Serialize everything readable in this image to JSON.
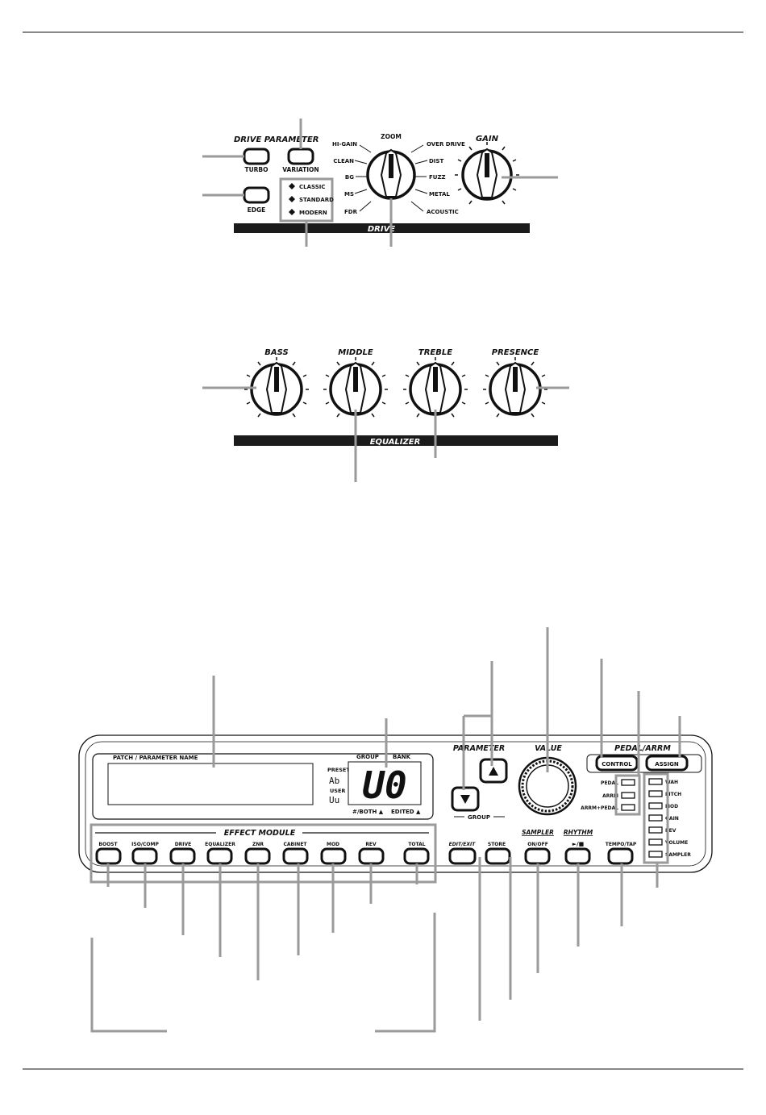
{
  "drive": {
    "parameter_title": "DRIVE PARAMETER",
    "turbo": "TURBO",
    "variation": "VARIATION",
    "edge": "EDGE",
    "variations": [
      "CLASSIC",
      "STANDARD",
      "MODERN"
    ],
    "selector_title": "ZOOM",
    "types_left": [
      "HI-GAIN",
      "CLEAN",
      "BG",
      "MS",
      "FDR"
    ],
    "types_right": [
      "OVER DRIVE",
      "DIST",
      "FUZZ",
      "METAL",
      "ACOUSTIC"
    ],
    "gain": "GAIN",
    "section": "DRIVE"
  },
  "equalizer": {
    "knobs": [
      "BASS",
      "MIDDLE",
      "TREBLE",
      "PRESENCE"
    ],
    "section": "EQUALIZER"
  },
  "panel": {
    "patch_name": "PATCH / PARAMETER NAME",
    "preset": "PRESET",
    "preset_value": "Ab",
    "user": "USER",
    "user_value": "Uu",
    "group": "GROUP",
    "bank": "BANK",
    "display_value": "U0",
    "both": "#/BOTH ▲",
    "edited": "EDITED ▲",
    "effect_module": "EFFECT MODULE",
    "modules": [
      "BOOST",
      "ISO/COMP",
      "DRIVE",
      "EQUALIZER",
      "ZNR",
      "CABINET",
      "MOD",
      "REV",
      "TOTAL"
    ],
    "parameter": "PARAMETER",
    "group_label": "GROUP",
    "value": "VALUE",
    "pedal_arrm": "PEDAL/ARRM",
    "control": "CONTROL",
    "assign": "ASSIGN",
    "pedal_leds": [
      "PEDAL",
      "ARRM",
      "ARRM+PEDAL"
    ],
    "assign_leds": [
      "WAH",
      "PITCH",
      "MOD",
      "GAIN",
      "REV",
      "VOLUME",
      "SAMPLER"
    ],
    "edit_exit": "EDIT/EXIT",
    "store": "STORE",
    "sampler": "SAMPLER",
    "on_off": "ON/OFF",
    "rhythm": "RHYTHM",
    "play_stop": "►/■",
    "tempo_tap": "TEMPO/TAP"
  }
}
